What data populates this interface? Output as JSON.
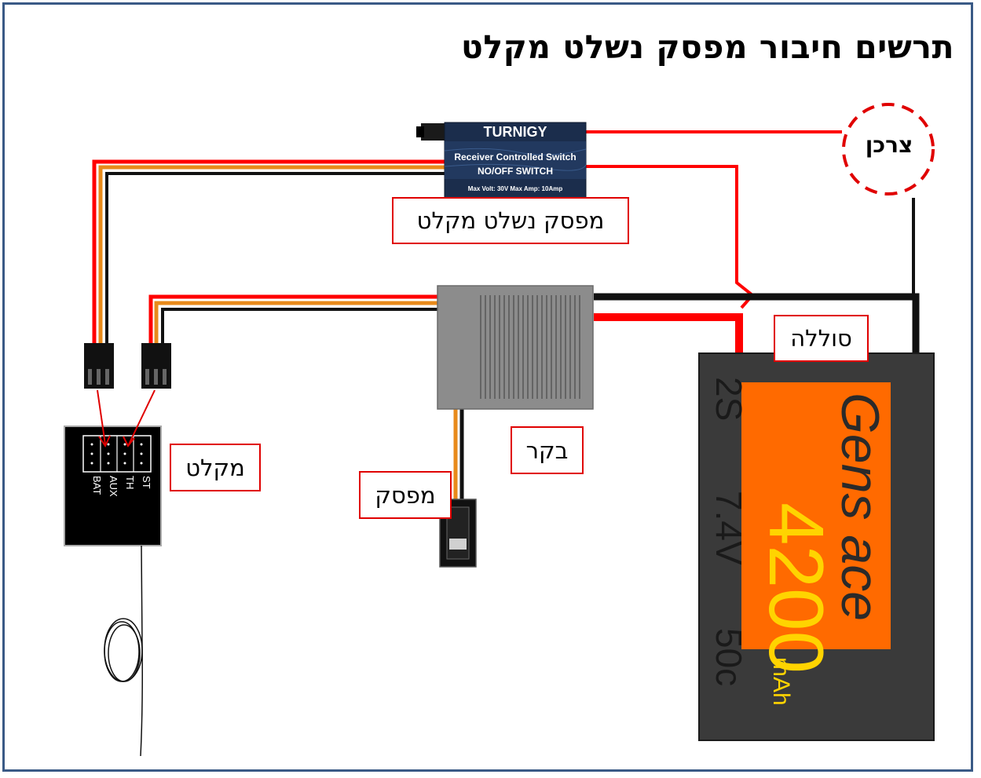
{
  "title": "תרשים חיבור מפסק נשלט מקלט",
  "labels": {
    "switch": "מפסק נשלט מקלט",
    "receiver": "מקלט",
    "esc": "בקר",
    "power_switch": "מפסק",
    "battery": "סוללה",
    "consumer": "צרכן"
  },
  "turnigy": {
    "brand": "TURNIGY",
    "line1": "Receiver Controlled Switch",
    "line2": "NO/OFF SWITCH",
    "line3": "Max Volt: 30V  Max Amp: 10Amp"
  },
  "receiver_ports": [
    "ST",
    "TH",
    "AUX",
    "BAT"
  ],
  "battery": {
    "brand": "Gens ace",
    "capacity": "4200",
    "unit": "mAh",
    "cells": "2S",
    "voltage": "7.4V",
    "rating": "50c"
  },
  "colors": {
    "wire_red": "#ff0000",
    "wire_orange": "#e88a1a",
    "wire_black": "#111111",
    "battery_label": "#ff6a00",
    "frame": "#3a5a86",
    "label_border": "#e00000"
  }
}
